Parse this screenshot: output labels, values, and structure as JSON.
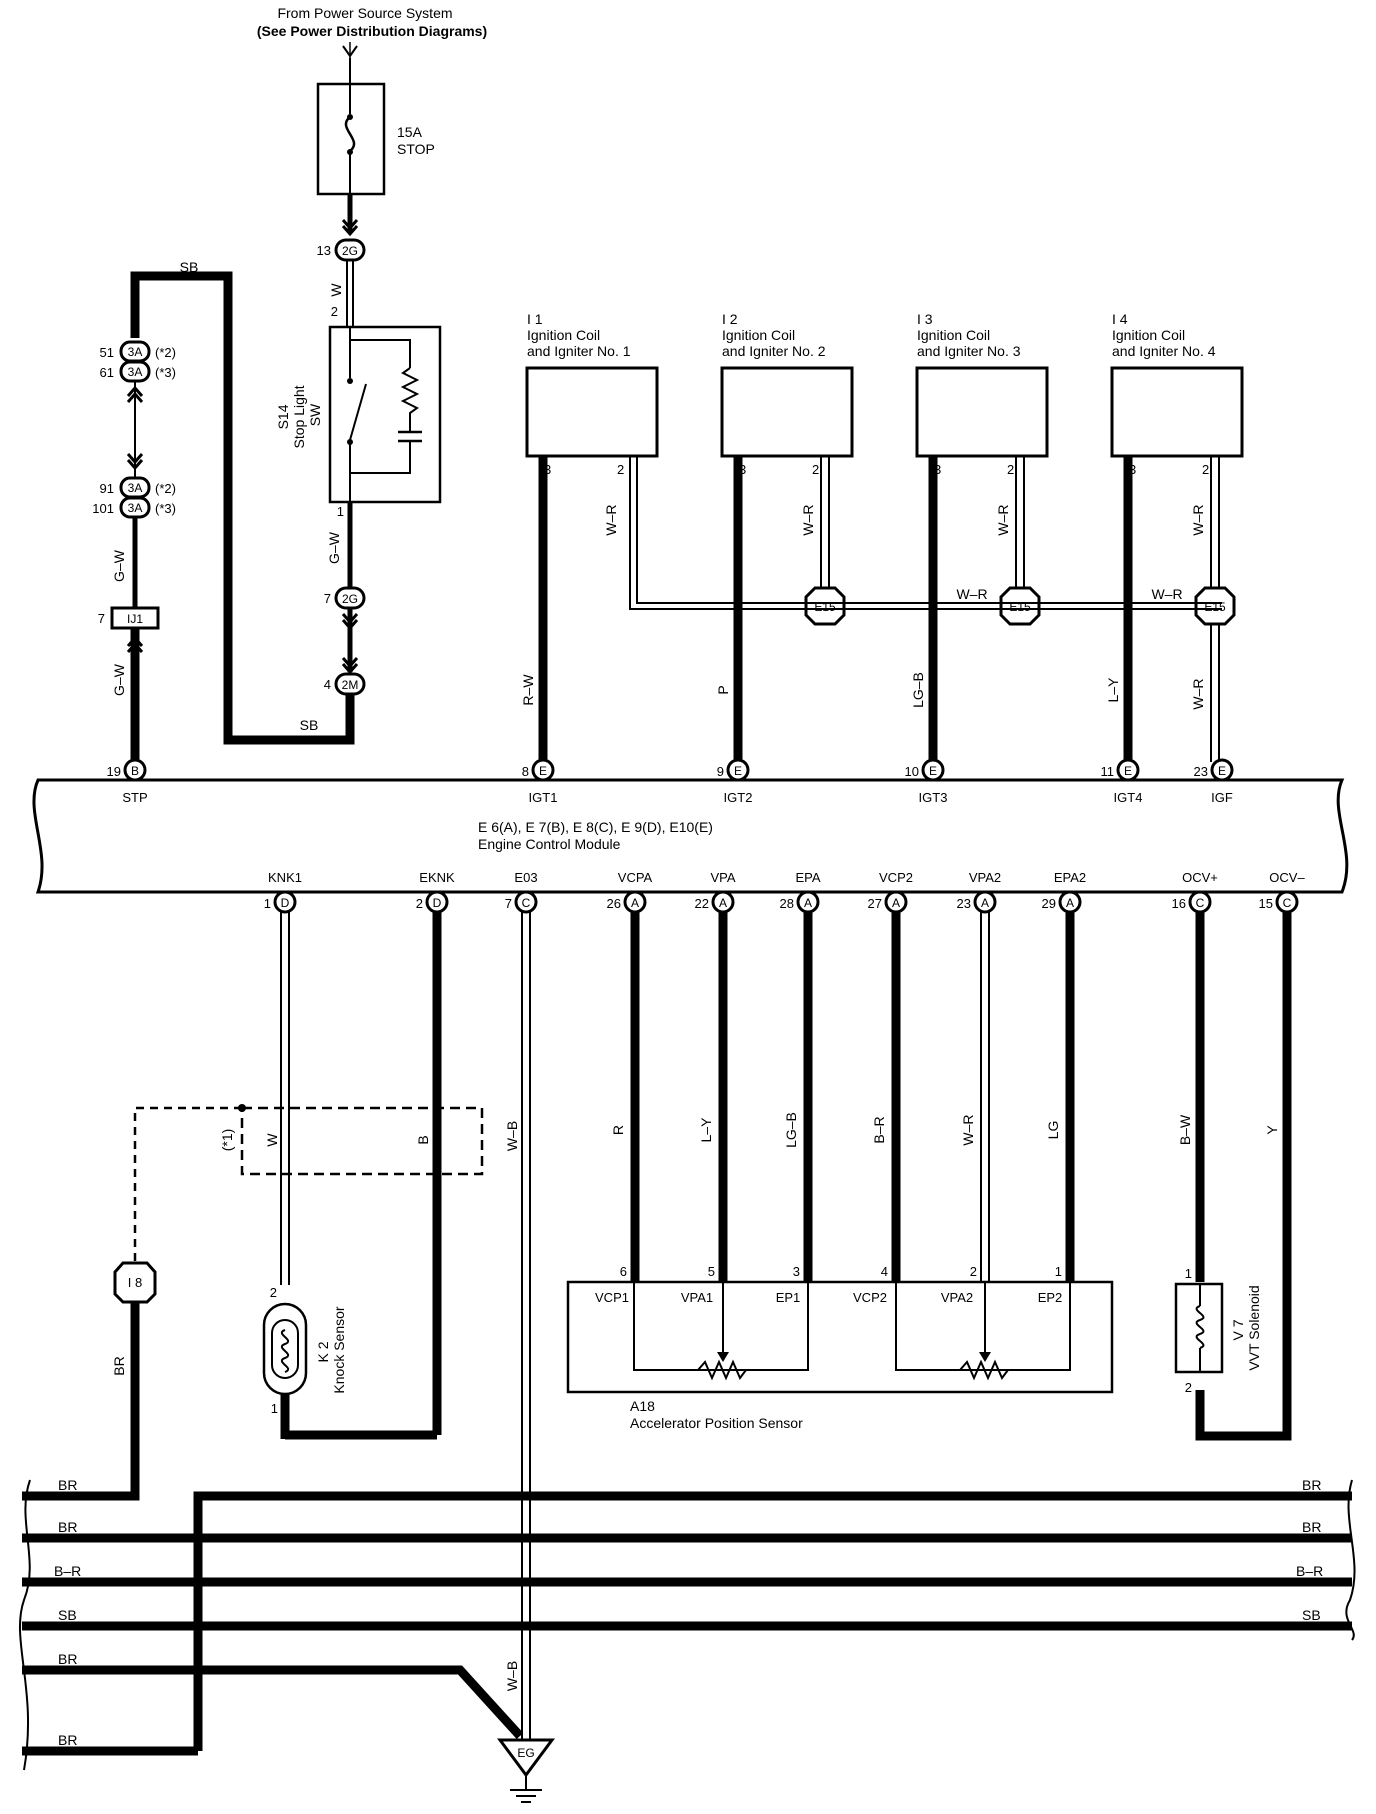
{
  "source": {
    "line1": "From Power Source System",
    "line2": "(See Power Distribution Diagrams)"
  },
  "fuse": {
    "rating": "15A",
    "name": "STOP"
  },
  "stop_light_sw": {
    "code": "S14",
    "line1": "Stop Light",
    "line2": "SW",
    "pin_top": "2",
    "pin_bottom": "1"
  },
  "connectors": {
    "c2g_13": {
      "pin": "13",
      "code": "2G"
    },
    "c2g_7": {
      "pin": "7",
      "code": "2G"
    },
    "c2m_4": {
      "pin": "4",
      "code": "2M"
    },
    "c3a_51": {
      "pin": "51",
      "code": "3A",
      "note": "(*2)"
    },
    "c3a_61": {
      "pin": "61",
      "code": "3A",
      "note": "(*3)"
    },
    "c3a_91": {
      "pin": "91",
      "code": "3A",
      "note": "(*2)"
    },
    "c3a_101": {
      "pin": "101",
      "code": "3A",
      "note": "(*3)"
    },
    "ij1": {
      "pin": "7",
      "code": "IJ1"
    }
  },
  "wires": {
    "sb": "SB",
    "w": "W",
    "gw": "G–W",
    "rw": "R–W",
    "p": "P",
    "lgb": "LG–B",
    "ly": "L–Y",
    "wr": "W–R",
    "wb": "W–B",
    "b": "B",
    "r": "R",
    "br_": "B–R",
    "lg": "LG",
    "bw": "B–W",
    "y": "Y",
    "br": "BR",
    "sb2": "SB"
  },
  "coils": [
    {
      "code": "I 1",
      "line1": "Ignition Coil",
      "line2": "and Igniter No. 1"
    },
    {
      "code": "I 2",
      "line1": "Ignition Coil",
      "line2": "and Igniter No. 2"
    },
    {
      "code": "I 3",
      "line1": "Ignition Coil",
      "line2": "and Igniter No. 3"
    },
    {
      "code": "I 4",
      "line1": "Ignition Coil",
      "line2": "and Igniter No. 4"
    }
  ],
  "coil_pins": {
    "p3": "3",
    "p2": "2"
  },
  "splice": "E15",
  "ecm": {
    "connectors": "E 6(A), E 7(B), E 8(C), E 9(D), E10(E)",
    "name": "Engine Control Module",
    "top_terminals": [
      {
        "pin": "19",
        "conn": "B",
        "label": "STP"
      },
      {
        "pin": "8",
        "conn": "E",
        "label": "IGT1"
      },
      {
        "pin": "9",
        "conn": "E",
        "label": "IGT2"
      },
      {
        "pin": "10",
        "conn": "E",
        "label": "IGT3"
      },
      {
        "pin": "11",
        "conn": "E",
        "label": "IGT4"
      },
      {
        "pin": "23",
        "conn": "E",
        "label": "IGF"
      }
    ],
    "bottom_terminals": [
      {
        "pin": "1",
        "conn": "D",
        "label": "KNK1"
      },
      {
        "pin": "2",
        "conn": "D",
        "label": "EKNK"
      },
      {
        "pin": "7",
        "conn": "C",
        "label": "E03"
      },
      {
        "pin": "26",
        "conn": "A",
        "label": "VCPA"
      },
      {
        "pin": "22",
        "conn": "A",
        "label": "VPA"
      },
      {
        "pin": "28",
        "conn": "A",
        "label": "EPA"
      },
      {
        "pin": "27",
        "conn": "A",
        "label": "VCP2"
      },
      {
        "pin": "23",
        "conn": "A",
        "label": "VPA2"
      },
      {
        "pin": "29",
        "conn": "A",
        "label": "EPA2"
      },
      {
        "pin": "16",
        "conn": "C",
        "label": "OCV+"
      },
      {
        "pin": "15",
        "conn": "C",
        "label": "OCV–"
      }
    ]
  },
  "note1": "(*1)",
  "i8": "I 8",
  "knock": {
    "code": "K 2",
    "name": "Knock Sensor",
    "pin_top": "2",
    "pin_bottom": "1"
  },
  "aps": {
    "code": "A18",
    "name": "Accelerator Position Sensor",
    "terminals": [
      "VCP1",
      "VPA1",
      "EP1",
      "VCP2",
      "VPA2",
      "EP2"
    ],
    "pins": [
      "6",
      "5",
      "3",
      "4",
      "2",
      "1"
    ]
  },
  "vvt": {
    "code": "V 7",
    "name": "VVT Solenoid",
    "pin_top": "1",
    "pin_bottom": "2"
  },
  "ground": "EG"
}
